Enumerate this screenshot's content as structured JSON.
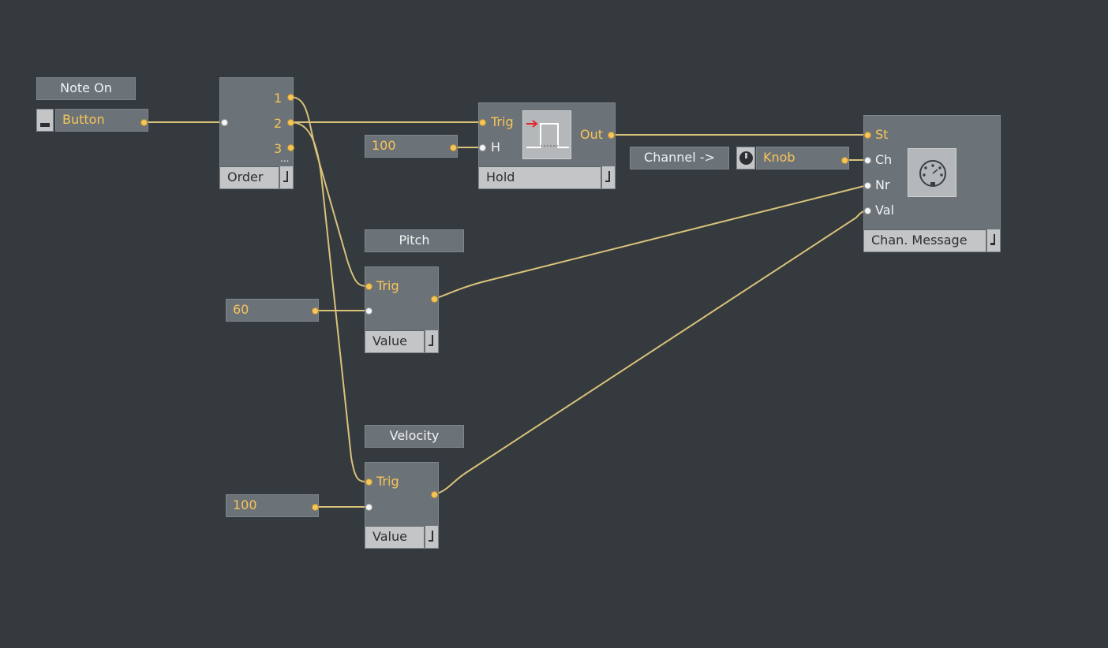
{
  "labels": {
    "note_on": "Note On",
    "pitch": "Pitch",
    "velocity": "Velocity",
    "channel": "Channel ->"
  },
  "controls": {
    "button": "Button",
    "knob": "Knob",
    "hold_h_value": "100",
    "pitch_value": "60",
    "velocity_value": "100"
  },
  "modules": {
    "order": {
      "title": "Order",
      "outputs": [
        "1",
        "2",
        "3"
      ],
      "more": "..."
    },
    "hold": {
      "title": "Hold",
      "in_trig": "Trig",
      "in_h": "H",
      "out": "Out"
    },
    "value_pitch": {
      "title": "Value",
      "in_trig": "Trig"
    },
    "value_velocity": {
      "title": "Value",
      "in_trig": "Trig"
    },
    "chan_message": {
      "title": "Chan. Message",
      "in_st": "St",
      "in_ch": "Ch",
      "in_nr": "Nr",
      "in_val": "Val"
    }
  },
  "colors": {
    "background": "#353a3e",
    "module": "#6c7378",
    "accent": "#f6c458",
    "wire": "#d9c27a"
  }
}
